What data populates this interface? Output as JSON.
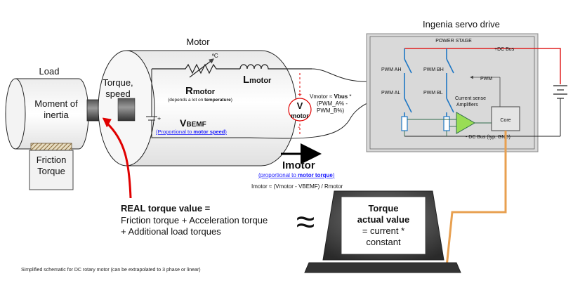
{
  "labels": {
    "load_title": "Load",
    "moment_line1": "Moment of",
    "moment_line2": "inertia",
    "friction_line1": "Friction",
    "friction_line2": "Torque",
    "motor_title": "Motor",
    "torque_speed_line1": "Torque,",
    "torque_speed_line2": "speed",
    "temp_unit": "ºC",
    "r_main": "R",
    "r_sub": "motor",
    "r_note_pre": "(depends a lot on ",
    "r_note_bold": "temperature",
    "r_note_post": ")",
    "l_main": "L",
    "l_sub": "motor",
    "vbemf_main": "V",
    "vbemf_sub": "BEMF",
    "vbemf_note_pre": "(Proportional to ",
    "vbemf_note_bold": "motor speed",
    "vbemf_note_post": ")",
    "vmotor_v": "V",
    "vmotor_sub": "motor",
    "plus": "+",
    "minus": "-",
    "vmotor_formula_1a": "Vmotor ≈ ",
    "vmotor_formula_1b": "Vbus",
    "vmotor_formula_1c": " *",
    "vmotor_formula_2": "(PWM_A% -",
    "vmotor_formula_3": "PWM_B%)",
    "imotor": "Imotor",
    "imotor_note_pre": "(proportional to ",
    "imotor_note_bold": "motor torque",
    "imotor_note_post": ")",
    "imotor_formula": "Imotor ≈ (Vmotor - VBEMF) / Rmotor",
    "drive_title": "Ingenia servo drive",
    "power_stage": "POWER STAGE",
    "dc_bus_plus": "+DC Bus",
    "dc_bus_minus": "- DC Bus (typ. GND)",
    "pwm_ah": "PWM AH",
    "pwm_bh": "PWM BH",
    "pwm_al": "PWM AL",
    "pwm_bl": "PWM BL",
    "pwm": "PWM",
    "current_sense_1": "Current sense",
    "current_sense_2": "Amplifiers",
    "core": "Core",
    "real_torque_title": "REAL torque value =",
    "real_torque_line2": "Friction torque + Acceleration torque",
    "real_torque_line3": "+ Additional load torques",
    "approx": "≈",
    "torque_actual_1": "Torque",
    "torque_actual_2": "actual value",
    "torque_actual_3": "= current *",
    "torque_actual_4": "constant",
    "footnote": "Simplified schematic for DC rotary motor (can be extrapolated to 3 phase or linear)"
  },
  "colors": {
    "dc_bus_wire": "#e02020",
    "orange_cable": "#e8a050",
    "red_arrow": "#e00000",
    "link_blue": "#1a1aff",
    "switch_blue": "#1f77c4",
    "amp_green": "#99dd55",
    "panel_grey": "#d9d9d9",
    "dark_text": "#111111"
  }
}
